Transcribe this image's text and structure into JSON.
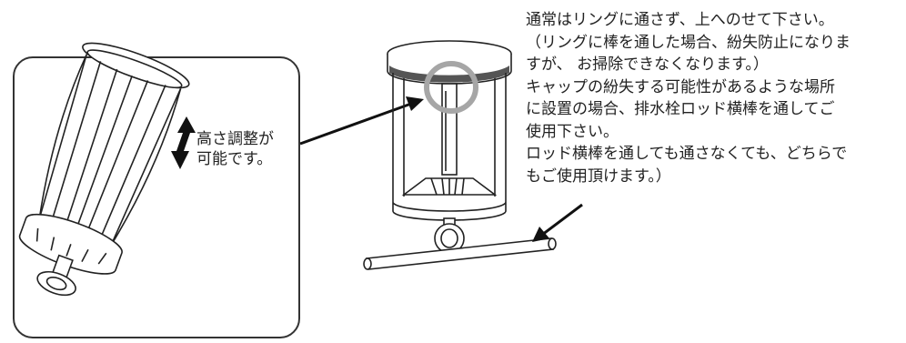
{
  "adjust_label": {
    "line1": "高さ調整が",
    "line2": "可能です。"
  },
  "note_lines": [
    "通常はリングに通さず、上へのせて下さい。",
    "（リングに棒を通した場合、紛失防止になりま",
    "すが、 お掃除できなくなります。）",
    "キャップの紛失する可能性があるような場所",
    "に設置の場合、排水栓ロッド横棒を通してご",
    "使用下さい。",
    "ロッド横棒を通しても通さなくても、どちらで",
    "もご使用頂けます。）"
  ],
  "colors": {
    "line": "#222222",
    "ring_highlight": "#a6a6a6",
    "cap_band": "#555555"
  }
}
